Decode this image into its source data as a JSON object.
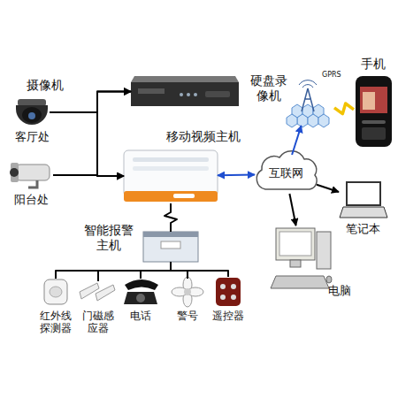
{
  "diagram": {
    "nodes": [
      {
        "text": [
          "客厅处"
        ]
      },
      {
        "text": [
          "阳台处"
        ]
      },
      {
        "text": [
          "硬盘录 像机"
        ]
      },
      {
        "text": [
          "移动视频主机"
        ]
      },
      {
        "text": [
          "智能报警 主机"
        ]
      },
      {
        "text": [
          "红外线 探测器"
        ]
      },
      {
        "text": [
          "门磁感 应器"
        ]
      },
      {
        "text": [
          "电话"
        ]
      },
      {
        "text": [
          "警号"
        ]
      },
      {
        "text": [
          "遥控器"
        ]
      },
      {
        "text": [
          "互联网"
        ]
      },
      {
        "text": [
          "GPRS"
        ]
      },
      {
        "text": [
          "手机"
        ]
      },
      {
        "text": [
          "笔记本"
        ]
      },
      {
        "text": [
          "电脑"
        ]
      }
    ],
    "edges": [
      {
        "from": 0,
        "to": 2,
        "arrow": "to"
      },
      {
        "from": 0,
        "to": 3,
        "arrow": "to"
      },
      {
        "from": 1,
        "to": 2,
        "arrow": "to"
      },
      {
        "from": 1,
        "to": 3,
        "arrow": "to"
      },
      {
        "from": 3,
        "to": 10,
        "arrow": "both"
      },
      {
        "from": 3,
        "to": 4,
        "arrow": "none"
      },
      {
        "from": 4,
        "to": 5,
        "arrow": "none"
      },
      {
        "from": 4,
        "to": 6,
        "arrow": "none"
      },
      {
        "from": 4,
        "to": 7,
        "arrow": "none"
      },
      {
        "from": 4,
        "to": 8,
        "arrow": "none"
      },
      {
        "from": 4,
        "to": 9,
        "arrow": "none"
      },
      {
        "from": 10,
        "to": 11,
        "arrow": "to"
      },
      {
        "from": 11,
        "to": 12,
        "arrow": "none"
      },
      {
        "from": 10,
        "to": 13,
        "arrow": "to"
      },
      {
        "from": 10,
        "to": 14,
        "arrow": "to"
      }
    ],
    "labels": [
      "摄像机"
    ]
  }
}
